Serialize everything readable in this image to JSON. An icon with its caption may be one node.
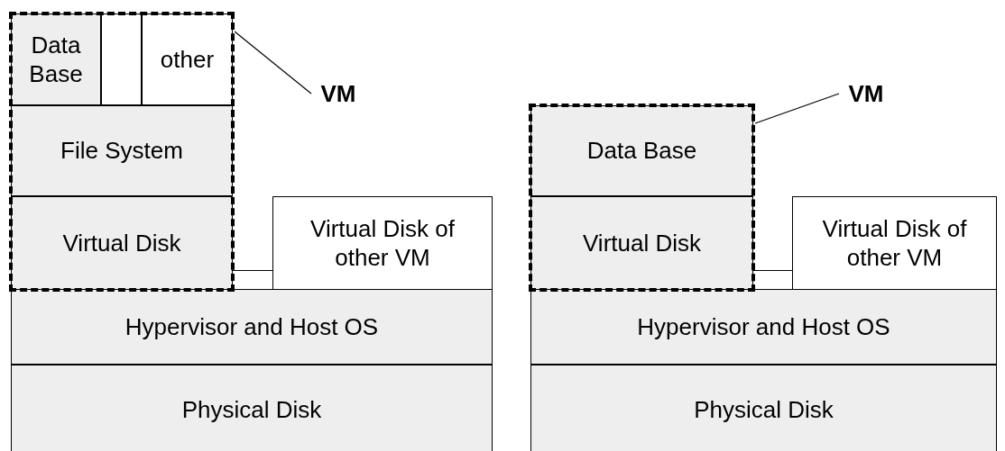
{
  "diagram": {
    "nodes": [
      {
        "text": [
          "VM"
        ]
      },
      {
        "text": [],
        "shape": "box"
      },
      {
        "text": [
          "Data Base"
        ],
        "in": 1
      },
      {
        "text": [],
        "shape": "box",
        "in": 1
      },
      {
        "text": [
          "other"
        ],
        "in": 1
      },
      {
        "text": [
          "File System"
        ],
        "in": 1
      },
      {
        "text": [
          "Virtual Disk"
        ],
        "in": 1
      },
      {
        "text": [
          "Virtual Disk of other VM"
        ]
      },
      {
        "text": [
          "Hypervisor and Host OS"
        ]
      },
      {
        "text": [
          "Physical Disk"
        ]
      },
      {
        "text": [
          "VM"
        ]
      },
      {
        "text": [],
        "shape": "box"
      },
      {
        "text": [
          "Data Base"
        ],
        "in": 11
      },
      {
        "text": [
          "Virtual Disk"
        ],
        "in": 11
      },
      {
        "text": [
          "Virtual Disk of other VM"
        ]
      },
      {
        "text": [
          "Hypervisor and Host OS"
        ]
      },
      {
        "text": [
          "Physical Disk"
        ]
      }
    ],
    "edges": [
      {
        "from": 0,
        "to": 1,
        "arrow": "none"
      },
      {
        "from": 10,
        "to": 11,
        "arrow": "none"
      }
    ]
  }
}
